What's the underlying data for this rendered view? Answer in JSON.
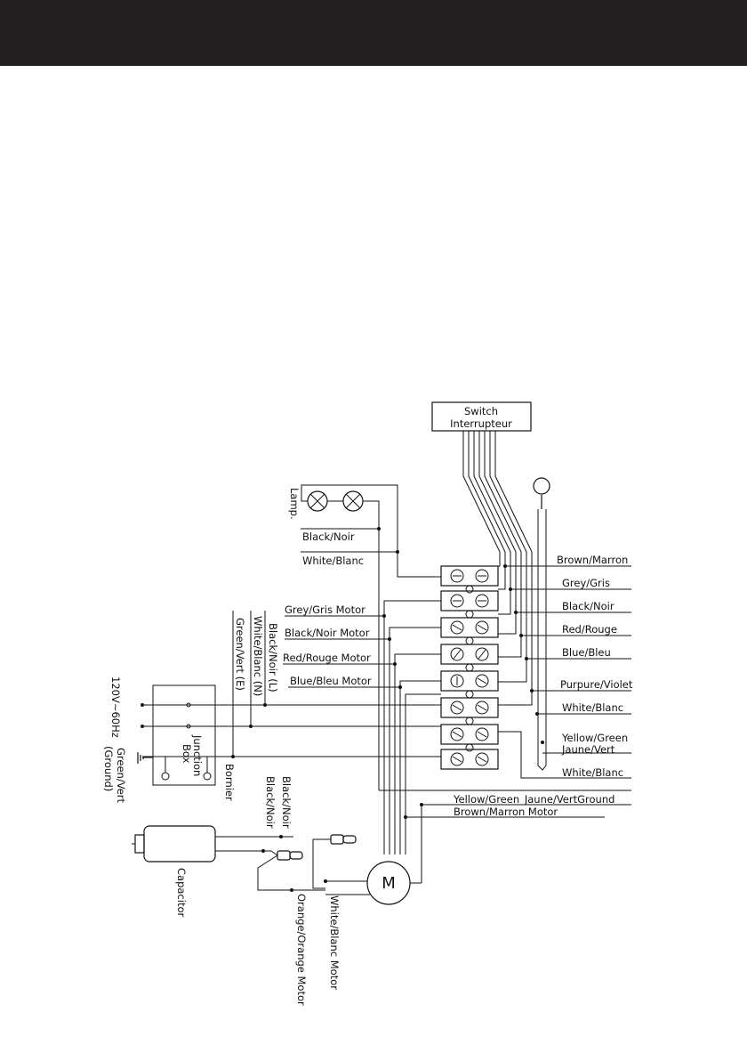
{
  "switch": {
    "line1": "Switch",
    "line2": "Interrupteur"
  },
  "lamp_label": "Lamp.",
  "motor_symbol": "M",
  "junction": {
    "line1": "Junction",
    "line2": "Box"
  },
  "bornier": "Bornier",
  "capacitor": "Capacitor",
  "supply": "120V~60Hz",
  "ground": {
    "line1": "Green/Vert",
    "line2": "(Ground)"
  },
  "top_left_labels": [
    "Black/Noir",
    "White/Blanc"
  ],
  "left_labels": [
    "Grey/Gris Motor",
    "Black/Noir Motor",
    "Red/Rouge Motor",
    "Blue/Bleu Motor"
  ],
  "supply_wires": [
    "Black/Noir (L)",
    "White/Blanc (N)",
    "Green/Vert (E)"
  ],
  "right_labels": [
    "Brown/Marron",
    "Grey/Gris",
    "Black/Noir",
    "Red/Rouge",
    "Blue/Bleu",
    "Purpure/Violet",
    "White/Blanc",
    "Yellow/Green",
    "Jaune/Vert",
    "White/Blanc"
  ],
  "bottom_labels": [
    "Yellow/Green_Jaune/VertGround",
    "Brown/Marron Motor"
  ],
  "capacitor_wires": [
    "Black/Noir",
    "Black/Noir"
  ],
  "motor_wires": [
    "Orange/Orange Motor",
    "White/Blanc Motor"
  ]
}
